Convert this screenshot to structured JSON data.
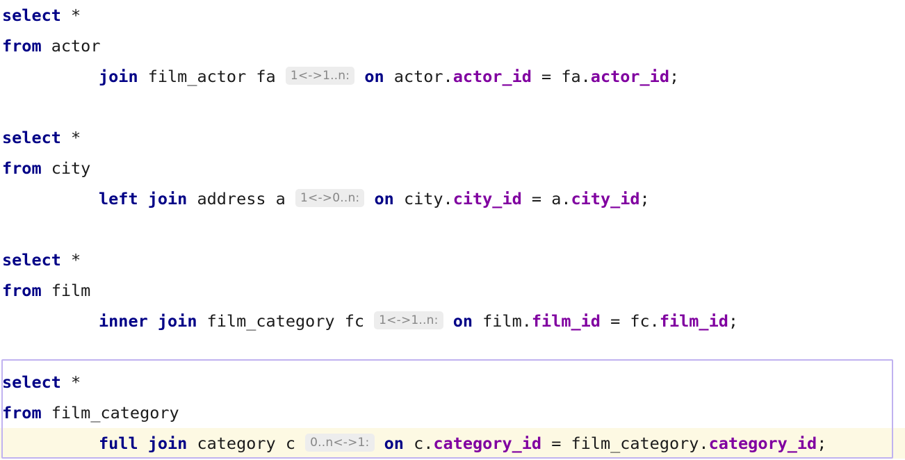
{
  "editor": {
    "language": "sql",
    "background": "#ffffff",
    "keyword_color": "#000086",
    "column_color": "#8000a0",
    "identifier_color": "#1b1b1b",
    "hint_bg": "#ededed",
    "hint_color": "#878787",
    "current_statement_border_color": "#c0b2f0",
    "caret_line_color": "#fdf9e3",
    "indent": "        "
  },
  "statements": [
    {
      "id": "stmt-1",
      "active": false,
      "lines": [
        {
          "kw1": "select",
          "star": " *"
        },
        {
          "kw1": "from",
          "table": " actor"
        },
        {
          "kw1": "join",
          "table": " film_actor fa ",
          "hint": "1<->1..n:",
          "kw2": "on",
          "left_table": " actor.",
          "left_col": "actor_id",
          "eq": " = ",
          "right_table": "fa.",
          "right_col": "actor_id",
          "semi": ";"
        }
      ]
    },
    {
      "id": "stmt-2",
      "active": false,
      "lines": [
        {
          "kw1": "select",
          "star": " *"
        },
        {
          "kw1": "from",
          "table": " city"
        },
        {
          "kw1": "left join",
          "table": " address a ",
          "hint": "1<->0..n:",
          "kw2": "on",
          "left_table": " city.",
          "left_col": "city_id",
          "eq": " = ",
          "right_table": "a.",
          "right_col": "city_id",
          "semi": ";"
        }
      ]
    },
    {
      "id": "stmt-3",
      "active": false,
      "lines": [
        {
          "kw1": "select",
          "star": " *"
        },
        {
          "kw1": "from",
          "table": " film"
        },
        {
          "kw1": "inner join",
          "table": " film_category fc ",
          "hint": "1<->1..n:",
          "kw2": "on",
          "left_table": " film.",
          "left_col": "film_id",
          "eq": " = ",
          "right_table": "fc.",
          "right_col": "film_id",
          "semi": ";"
        }
      ]
    },
    {
      "id": "stmt-4",
      "active": true,
      "lines": [
        {
          "kw1": "select",
          "star": " *"
        },
        {
          "kw1": "from",
          "table": " film_category"
        },
        {
          "kw1": "full join",
          "table": " category c ",
          "hint": "0..n<->1:",
          "kw2": "on",
          "left_table": " c.",
          "left_col": "category_id",
          "eq": " = ",
          "right_table": "film_category.",
          "right_col": "category_id",
          "semi": ";"
        }
      ]
    }
  ]
}
